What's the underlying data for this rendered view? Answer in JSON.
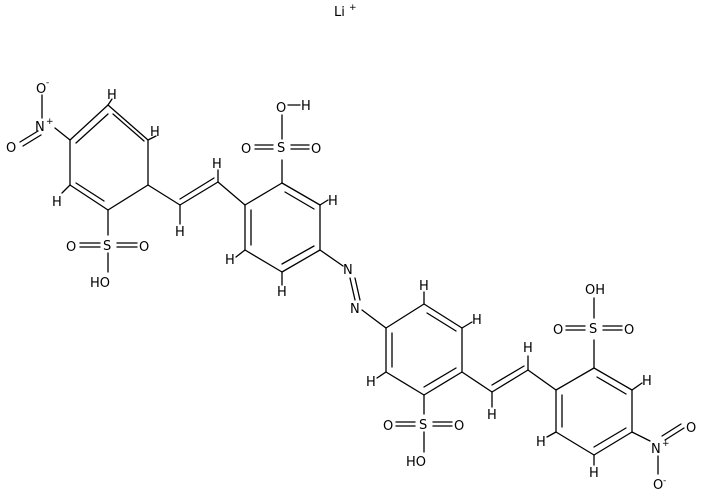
{
  "molecule": {
    "counter_ion": {
      "symbol": "Li",
      "charge": "+"
    },
    "atom_labels": {
      "H": "H",
      "O": "O",
      "S": "S",
      "N": "N",
      "HO": "HO",
      "OH": "OH"
    },
    "charges": {
      "plus": "+",
      "minus": "-"
    }
  }
}
